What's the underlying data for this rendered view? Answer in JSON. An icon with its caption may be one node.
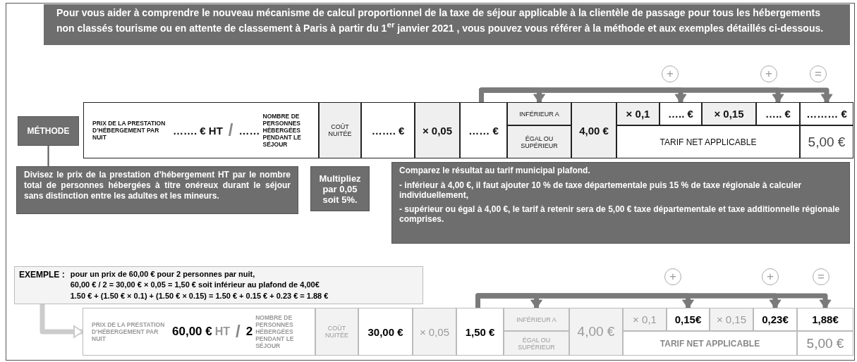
{
  "diagram": {
    "title": "Pour vous aider à comprendre le nouveau mécanisme de calcul proportionnel de la taxe de séjour applicable à la clientèle de passage pour tous les hébergements non classés tourisme ou en attente de classement à Paris à partir du 1$^{er}$ janvier 2021 , vous pouvez vous référer à la méthode et aux exemples détaillés ci-dessous.",
    "nodes": [
      {
        "text": [
          "MÉTHODE"
        ]
      },
      {
        "text": [
          "PRIX DE LA PRESTATION D’HÉBERGEMENT PAR NUIT",
          "……. € HT",
          "/",
          "……",
          "NOMBRE DE PERSONNES HÉBERGÉES PENDANT LE SÉJOUR"
        ]
      },
      {
        "text": [
          "COÛT NUITÉE"
        ]
      },
      {
        "text": [
          "……. €"
        ]
      },
      {
        "text": [
          "× 0,05"
        ]
      },
      {
        "text": [
          "…… €"
        ]
      },
      {
        "text": [
          "INFÉRIEUR A"
        ]
      },
      {
        "text": [
          "ÉGAL OU SUPÉRIEUR"
        ]
      },
      {
        "text": [
          "4,00 €"
        ]
      },
      {
        "text": [
          "× 0,1"
        ]
      },
      {
        "text": [
          "….. €"
        ]
      },
      {
        "text": [
          "× 0,15"
        ]
      },
      {
        "text": [
          "….. €"
        ]
      },
      {
        "text": [
          "……… €"
        ]
      },
      {
        "text": [
          "TARIF NET APPLICABLE"
        ]
      },
      {
        "text": [
          "5,00 €"
        ]
      },
      {
        "text": [
          "Divisez le prix de la prestation d’hébergement HT par le nombre total de personnes hébergées à titre onéreux durant le séjour sans distinction entre les adultes et les mineurs."
        ]
      },
      {
        "text": [
          "Multipliez par 0,05 soit 5%."
        ]
      },
      {
        "text": [
          "Comparez le résultat au tarif municipal plafond.",
          "- inférieur à 4,00 €, il faut ajouter 10 % de taxe départementale puis 15 % de taxe régionale à calculer individuellement,",
          "- supérieur ou égal à 4,00 €, le tarif à retenir sera de 5,00 € taxe départementale et taxe additionnelle régionale comprises."
        ]
      },
      {
        "text": [
          "EXEMPLE :",
          "pour un prix de 60,00 € pour 2 personnes par nuit,",
          "60,00 € / 2 = 30,00 € × 0,05 = 1,50 € soit inférieur au plafond de 4,00€",
          "1.50 € + (1.50 € × 0.1) + (1.50 € × 0.15) = 1.50 € + 0.15 € + 0.23 € = 1.88 €"
        ]
      },
      {
        "text": [
          "PRIX DE LA PRESTATION D’HÉBERGEMENT PAR NUIT",
          "60,00 €",
          "HT",
          "/",
          "2",
          "NOMBRE DE PERSONNES HÉBERGÉES PENDANT LE SÉJOUR"
        ]
      },
      {
        "text": [
          "COÛT NUITÉE"
        ]
      },
      {
        "text": [
          "30,00 €"
        ]
      },
      {
        "text": [
          "× 0,05"
        ]
      },
      {
        "text": [
          "1,50 €"
        ]
      },
      {
        "text": [
          "INFÉRIEUR A"
        ]
      },
      {
        "text": [
          "ÉGAL OU SUPÉRIEUR"
        ]
      },
      {
        "text": [
          "4,00 €"
        ]
      },
      {
        "text": [
          "× 0,1"
        ]
      },
      {
        "text": [
          "0,15€"
        ]
      },
      {
        "text": [
          "× 0,15"
        ]
      },
      {
        "text": [
          "0,23€"
        ]
      },
      {
        "text": [
          "1,88€"
        ]
      },
      {
        "text": [
          "TARIF NET APPLICABLE"
        ]
      },
      {
        "text": [
          "5,00 €"
        ]
      }
    ],
    "edges": [
      {
        "from": 0,
        "to": 16,
        "arrow": "none",
        "color": "#555555"
      },
      {
        "from": 5,
        "to": 6,
        "arrow": "to"
      },
      {
        "from": 5,
        "to": 10,
        "arrow": "to"
      },
      {
        "from": 5,
        "to": 12,
        "arrow": "to"
      },
      {
        "from": 5,
        "to": 13,
        "arrow": "to"
      },
      {
        "from": 19,
        "to": 20,
        "arrow": "to",
        "color": "#cccccc"
      },
      {
        "from": 24,
        "to": 25,
        "arrow": "to"
      },
      {
        "from": 24,
        "to": 29,
        "arrow": "to"
      },
      {
        "from": 24,
        "to": 31,
        "arrow": "to"
      },
      {
        "from": 24,
        "to": 32,
        "arrow": "to"
      }
    ],
    "labels": [
      "+",
      "+",
      "=",
      "+",
      "+",
      "="
    ]
  }
}
